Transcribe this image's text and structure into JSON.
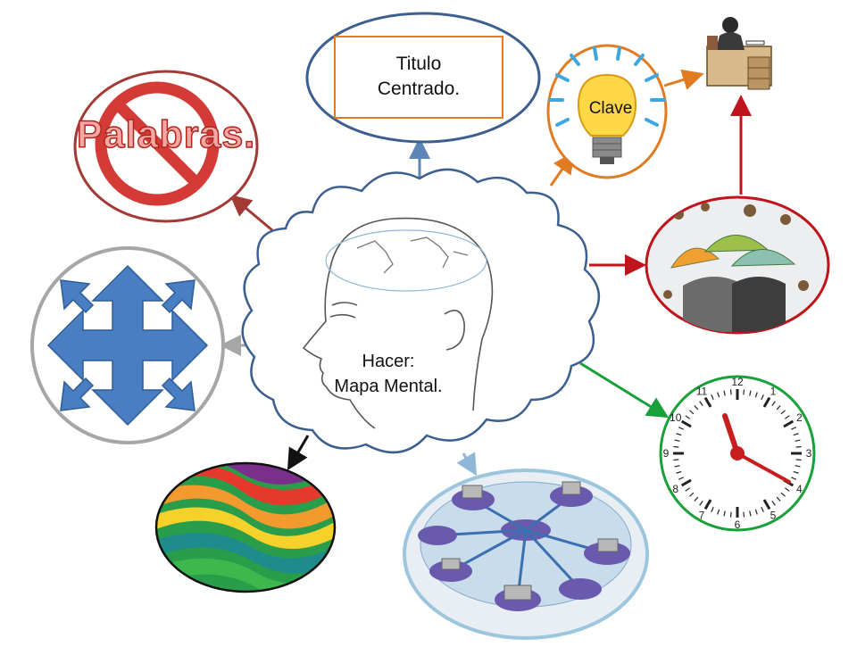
{
  "center": {
    "line1": "Hacer:",
    "line2": "Mapa Mental."
  },
  "title_node": {
    "line1": "Titulo",
    "line2": "Centrado."
  },
  "key_node": {
    "label": "Clave"
  },
  "words_node": {
    "label": "Palabras."
  },
  "clock": {
    "numbers": [
      "12",
      "1",
      "2",
      "3",
      "4",
      "5",
      "6",
      "7",
      "8",
      "9",
      "10",
      "11"
    ]
  },
  "colors": {
    "blue": "#3C5F8F",
    "orange": "#E07B22",
    "red_dark": "#A33A36",
    "red": "#C0141C",
    "gray": "#A6A6A6",
    "green": "#18A03A",
    "black": "#111111",
    "light_blue": "#8FB8D6"
  }
}
